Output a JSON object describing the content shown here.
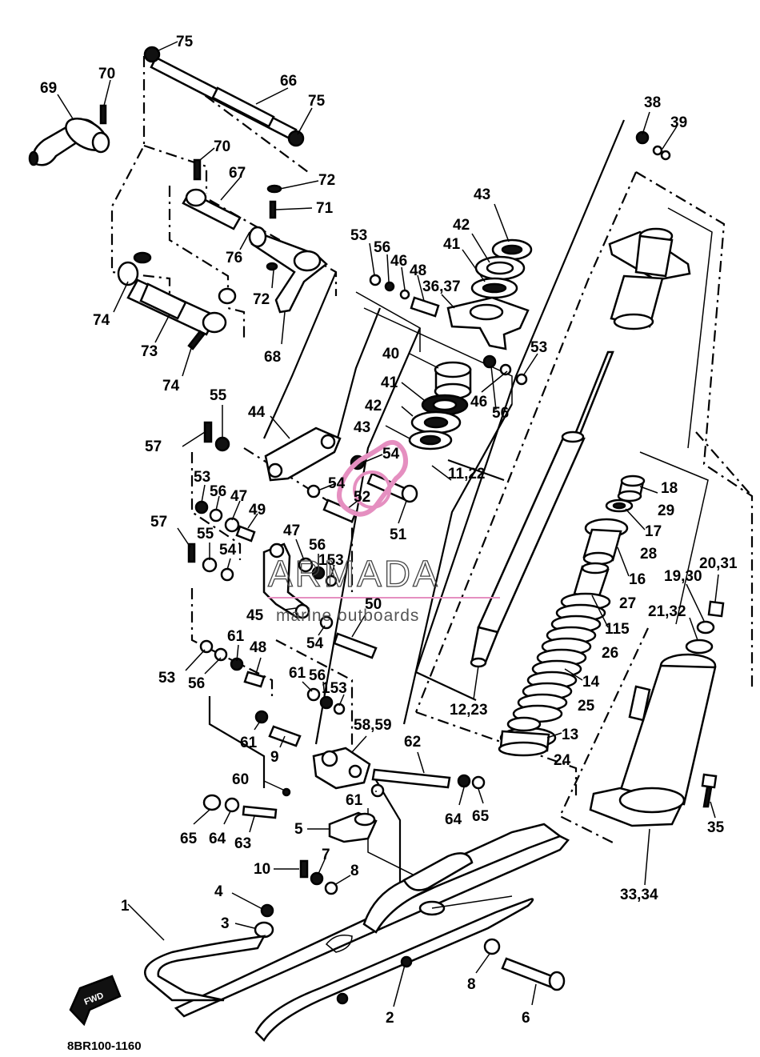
{
  "diagram": {
    "callouts": [
      {
        "id": "c75a",
        "text": "75"
      },
      {
        "id": "c70a",
        "text": "70"
      },
      {
        "id": "c69",
        "text": "69"
      },
      {
        "id": "c66",
        "text": "66"
      },
      {
        "id": "c75b",
        "text": "75"
      },
      {
        "id": "c70b",
        "text": "70"
      },
      {
        "id": "c67",
        "text": "67"
      },
      {
        "id": "c72a",
        "text": "72"
      },
      {
        "id": "c71",
        "text": "71"
      },
      {
        "id": "c76",
        "text": "76"
      },
      {
        "id": "c72b",
        "text": "72"
      },
      {
        "id": "c68",
        "text": "68"
      },
      {
        "id": "c74a",
        "text": "74"
      },
      {
        "id": "c73",
        "text": "73"
      },
      {
        "id": "c74b",
        "text": "74"
      },
      {
        "id": "c38",
        "text": "38"
      },
      {
        "id": "c39",
        "text": "39"
      },
      {
        "id": "c43a",
        "text": "43"
      },
      {
        "id": "c42a",
        "text": "42"
      },
      {
        "id": "c41a",
        "text": "41"
      },
      {
        "id": "c53a",
        "text": "53"
      },
      {
        "id": "c56a",
        "text": "56"
      },
      {
        "id": "c46a",
        "text": "46"
      },
      {
        "id": "c48a",
        "text": "48"
      },
      {
        "id": "c3637",
        "text": "36,37"
      },
      {
        "id": "c53b",
        "text": "53"
      },
      {
        "id": "c40",
        "text": "40"
      },
      {
        "id": "c41b",
        "text": "41"
      },
      {
        "id": "c42b",
        "text": "42"
      },
      {
        "id": "c43b",
        "text": "43"
      },
      {
        "id": "c46b",
        "text": "46"
      },
      {
        "id": "c56b",
        "text": "56"
      },
      {
        "id": "c1122",
        "text": "11,22"
      },
      {
        "id": "c55a",
        "text": "55"
      },
      {
        "id": "c44",
        "text": "44"
      },
      {
        "id": "c57a",
        "text": "57"
      },
      {
        "id": "c54a",
        "text": "54"
      },
      {
        "id": "c54b",
        "text": "54"
      },
      {
        "id": "c52",
        "text": "52"
      },
      {
        "id": "c51",
        "text": "51"
      },
      {
        "id": "c53c",
        "text": "53"
      },
      {
        "id": "c56c",
        "text": "56"
      },
      {
        "id": "c47a",
        "text": "47"
      },
      {
        "id": "c49",
        "text": "49"
      },
      {
        "id": "c57b",
        "text": "57"
      },
      {
        "id": "c55b",
        "text": "55"
      },
      {
        "id": "c54c",
        "text": "54"
      },
      {
        "id": "c47b",
        "text": "47"
      },
      {
        "id": "c56d",
        "text": "56"
      },
      {
        "id": "c153a",
        "text": "153"
      },
      {
        "id": "c45",
        "text": "45"
      },
      {
        "id": "c50",
        "text": "50"
      },
      {
        "id": "c54d",
        "text": "54"
      },
      {
        "id": "c53d",
        "text": "53"
      },
      {
        "id": "c61a",
        "text": "61"
      },
      {
        "id": "c48b",
        "text": "48"
      },
      {
        "id": "c56e",
        "text": "56"
      },
      {
        "id": "c61b",
        "text": "61"
      },
      {
        "id": "c56f",
        "text": "56"
      },
      {
        "id": "c153b",
        "text": "153"
      },
      {
        "id": "c61c",
        "text": "61"
      },
      {
        "id": "c9",
        "text": "9"
      },
      {
        "id": "c5859",
        "text": "58,59"
      },
      {
        "id": "c62",
        "text": "62"
      },
      {
        "id": "c60",
        "text": "60"
      },
      {
        "id": "c61d",
        "text": "61"
      },
      {
        "id": "c64a",
        "text": "64"
      },
      {
        "id": "c65a",
        "text": "65"
      },
      {
        "id": "c65b",
        "text": "65"
      },
      {
        "id": "c64b",
        "text": "64"
      },
      {
        "id": "c63",
        "text": "63"
      },
      {
        "id": "c5",
        "text": "5"
      },
      {
        "id": "c7",
        "text": "7"
      },
      {
        "id": "c10",
        "text": "10"
      },
      {
        "id": "c8a",
        "text": "8"
      },
      {
        "id": "c4",
        "text": "4"
      },
      {
        "id": "c3",
        "text": "3"
      },
      {
        "id": "c1",
        "text": "1"
      },
      {
        "id": "c2",
        "text": "2"
      },
      {
        "id": "c8b",
        "text": "8"
      },
      {
        "id": "c6",
        "text": "6"
      },
      {
        "id": "c18",
        "text": "18"
      },
      {
        "id": "c29",
        "text": "29"
      },
      {
        "id": "c17",
        "text": "17"
      },
      {
        "id": "c28",
        "text": "28"
      },
      {
        "id": "c16",
        "text": "16"
      },
      {
        "id": "c27",
        "text": "27"
      },
      {
        "id": "c115",
        "text": "115"
      },
      {
        "id": "c26",
        "text": "26"
      },
      {
        "id": "c14",
        "text": "14"
      },
      {
        "id": "c25",
        "text": "25"
      },
      {
        "id": "c13",
        "text": "13"
      },
      {
        "id": "c24",
        "text": "24"
      },
      {
        "id": "c1223",
        "text": "12,23"
      },
      {
        "id": "c2031",
        "text": "20,31"
      },
      {
        "id": "c1930",
        "text": "19,30"
      },
      {
        "id": "c2132",
        "text": "21,32"
      },
      {
        "id": "c35",
        "text": "35"
      },
      {
        "id": "c3334",
        "text": "33,34"
      }
    ],
    "fwd_label": "FWD",
    "part_number": "8BR100-1160",
    "watermark": {
      "main": "ARMADA",
      "sub": "marine outboards",
      "color": "#e58fc0"
    }
  }
}
